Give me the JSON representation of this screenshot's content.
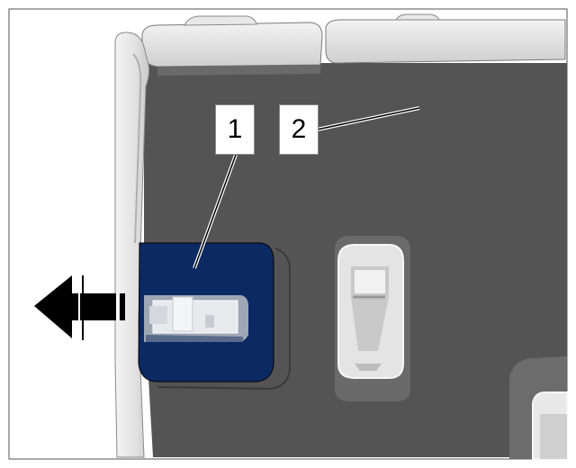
{
  "callouts": [
    {
      "number": "1",
      "target": "release-tab"
    },
    {
      "number": "2",
      "target": "trim-panel"
    }
  ],
  "colors": {
    "panel": "#545454",
    "highlight": "#0b2a63",
    "trim": "#e6e6e6",
    "arrow": "#000000"
  },
  "arrow_direction": "left"
}
